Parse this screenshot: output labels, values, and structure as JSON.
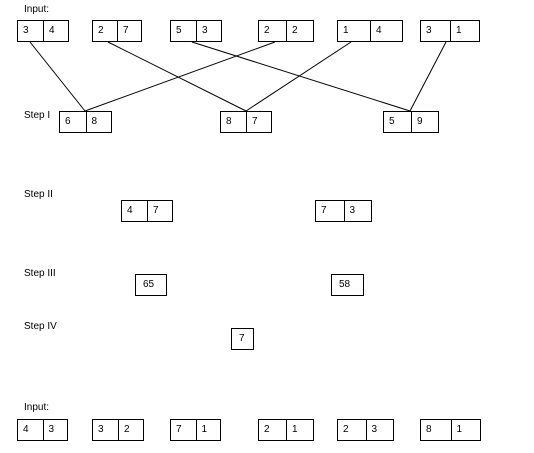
{
  "labels": {
    "input_top": "Input:",
    "step1": "Step I",
    "step2": "Step II",
    "step3": "Step III",
    "step4": "Step IV",
    "input_bottom": "Input:"
  },
  "input_top": [
    {
      "a": "3",
      "b": "4"
    },
    {
      "a": "2",
      "b": "7"
    },
    {
      "a": "5",
      "b": "3"
    },
    {
      "a": "2",
      "b": "2"
    },
    {
      "a": "1",
      "b": "4"
    },
    {
      "a": "3",
      "b": "1"
    }
  ],
  "step1": [
    {
      "a": "6",
      "b": "8"
    },
    {
      "a": "8",
      "b": "7"
    },
    {
      "a": "5",
      "b": "9"
    }
  ],
  "step2": [
    {
      "a": "4",
      "b": "7"
    },
    {
      "a": "7",
      "b": "3"
    }
  ],
  "step3": [
    "65",
    "58"
  ],
  "step4": "7",
  "input_bottom": [
    {
      "a": "4",
      "b": "3"
    },
    {
      "a": "3",
      "b": "2"
    },
    {
      "a": "7",
      "b": "1"
    },
    {
      "a": "2",
      "b": "1"
    },
    {
      "a": "2",
      "b": "3"
    },
    {
      "a": "8",
      "b": "1"
    }
  ]
}
